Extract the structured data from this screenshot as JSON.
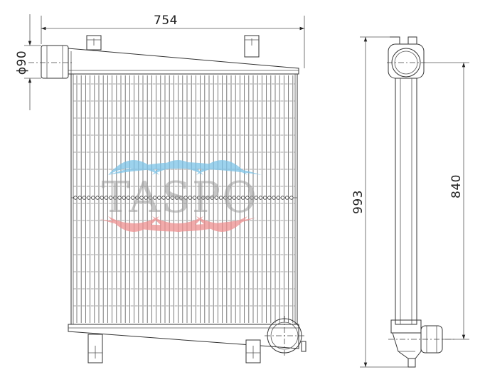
{
  "dimensions": {
    "width_label": "754",
    "inlet_diameter_label": "ϕ90",
    "overall_height_label": "993",
    "core_height_label": "840"
  },
  "watermark": {
    "text": "TASPO",
    "colors": {
      "blue": "#7cc3e8",
      "red": "#ee8f8f"
    }
  }
}
